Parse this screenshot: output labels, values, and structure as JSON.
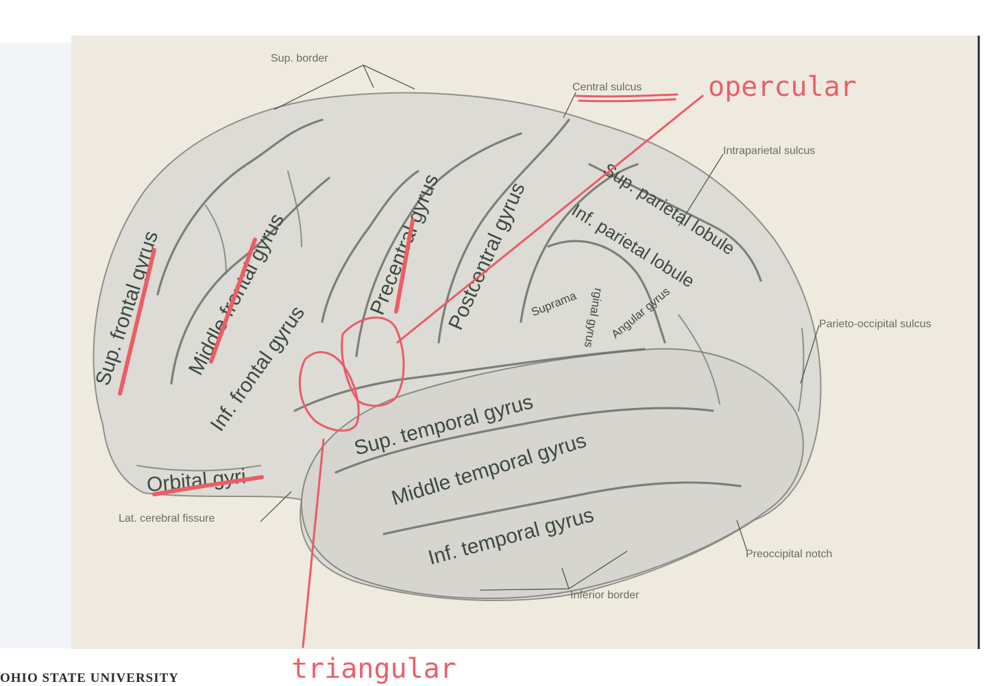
{
  "labels": {
    "sup_frontal_gyrus": "Sup. frontal gyrus",
    "middle_frontal_gyrus": "Middle frontal gyrus",
    "inf_frontal_gyrus": "Inf. frontal gyrus",
    "precentral_gyrus": "Precentral gyrus",
    "postcentral_gyrus": "Postcentral gyrus",
    "sup_parietal_lobule": "Sup. parietal lobule",
    "inf_parietal_lobule": "Inf. parietal lobule",
    "supramarginal_gyrus_a": "Suprama",
    "supramarginal_gyrus_b": "rginal gyrus",
    "angular_gyrus": "Angular gyrus",
    "sup_temporal_gyrus": "Sup. temporal gyrus",
    "middle_temporal_gyrus": "Middle temporal gyrus",
    "inf_temporal_gyrus": "Inf. temporal gyrus",
    "orbital_gyri": "Orbital gyri"
  },
  "callouts": {
    "sup_border": "Sup. border",
    "central_sulcus": "Central sulcus",
    "intraparietal_sulcus": "Intraparietal sulcus",
    "parieto_occipital_sulcus": "Parieto-occipital sulcus",
    "preoccipital_notch": "Preoccipital notch",
    "inferior_border": "Inferior border",
    "lat_cerebral_fissure": "Lat. cerebral fissure"
  },
  "annotations": {
    "opercular": "opercular",
    "triangular": "triangular"
  },
  "credit": "OHIO STATE UNIVERSITY",
  "colors": {
    "plate": "#efeae0",
    "brain": "#dcdbd5",
    "label_text": "#3d4a40",
    "annotation_pen": "#ec5a66"
  }
}
